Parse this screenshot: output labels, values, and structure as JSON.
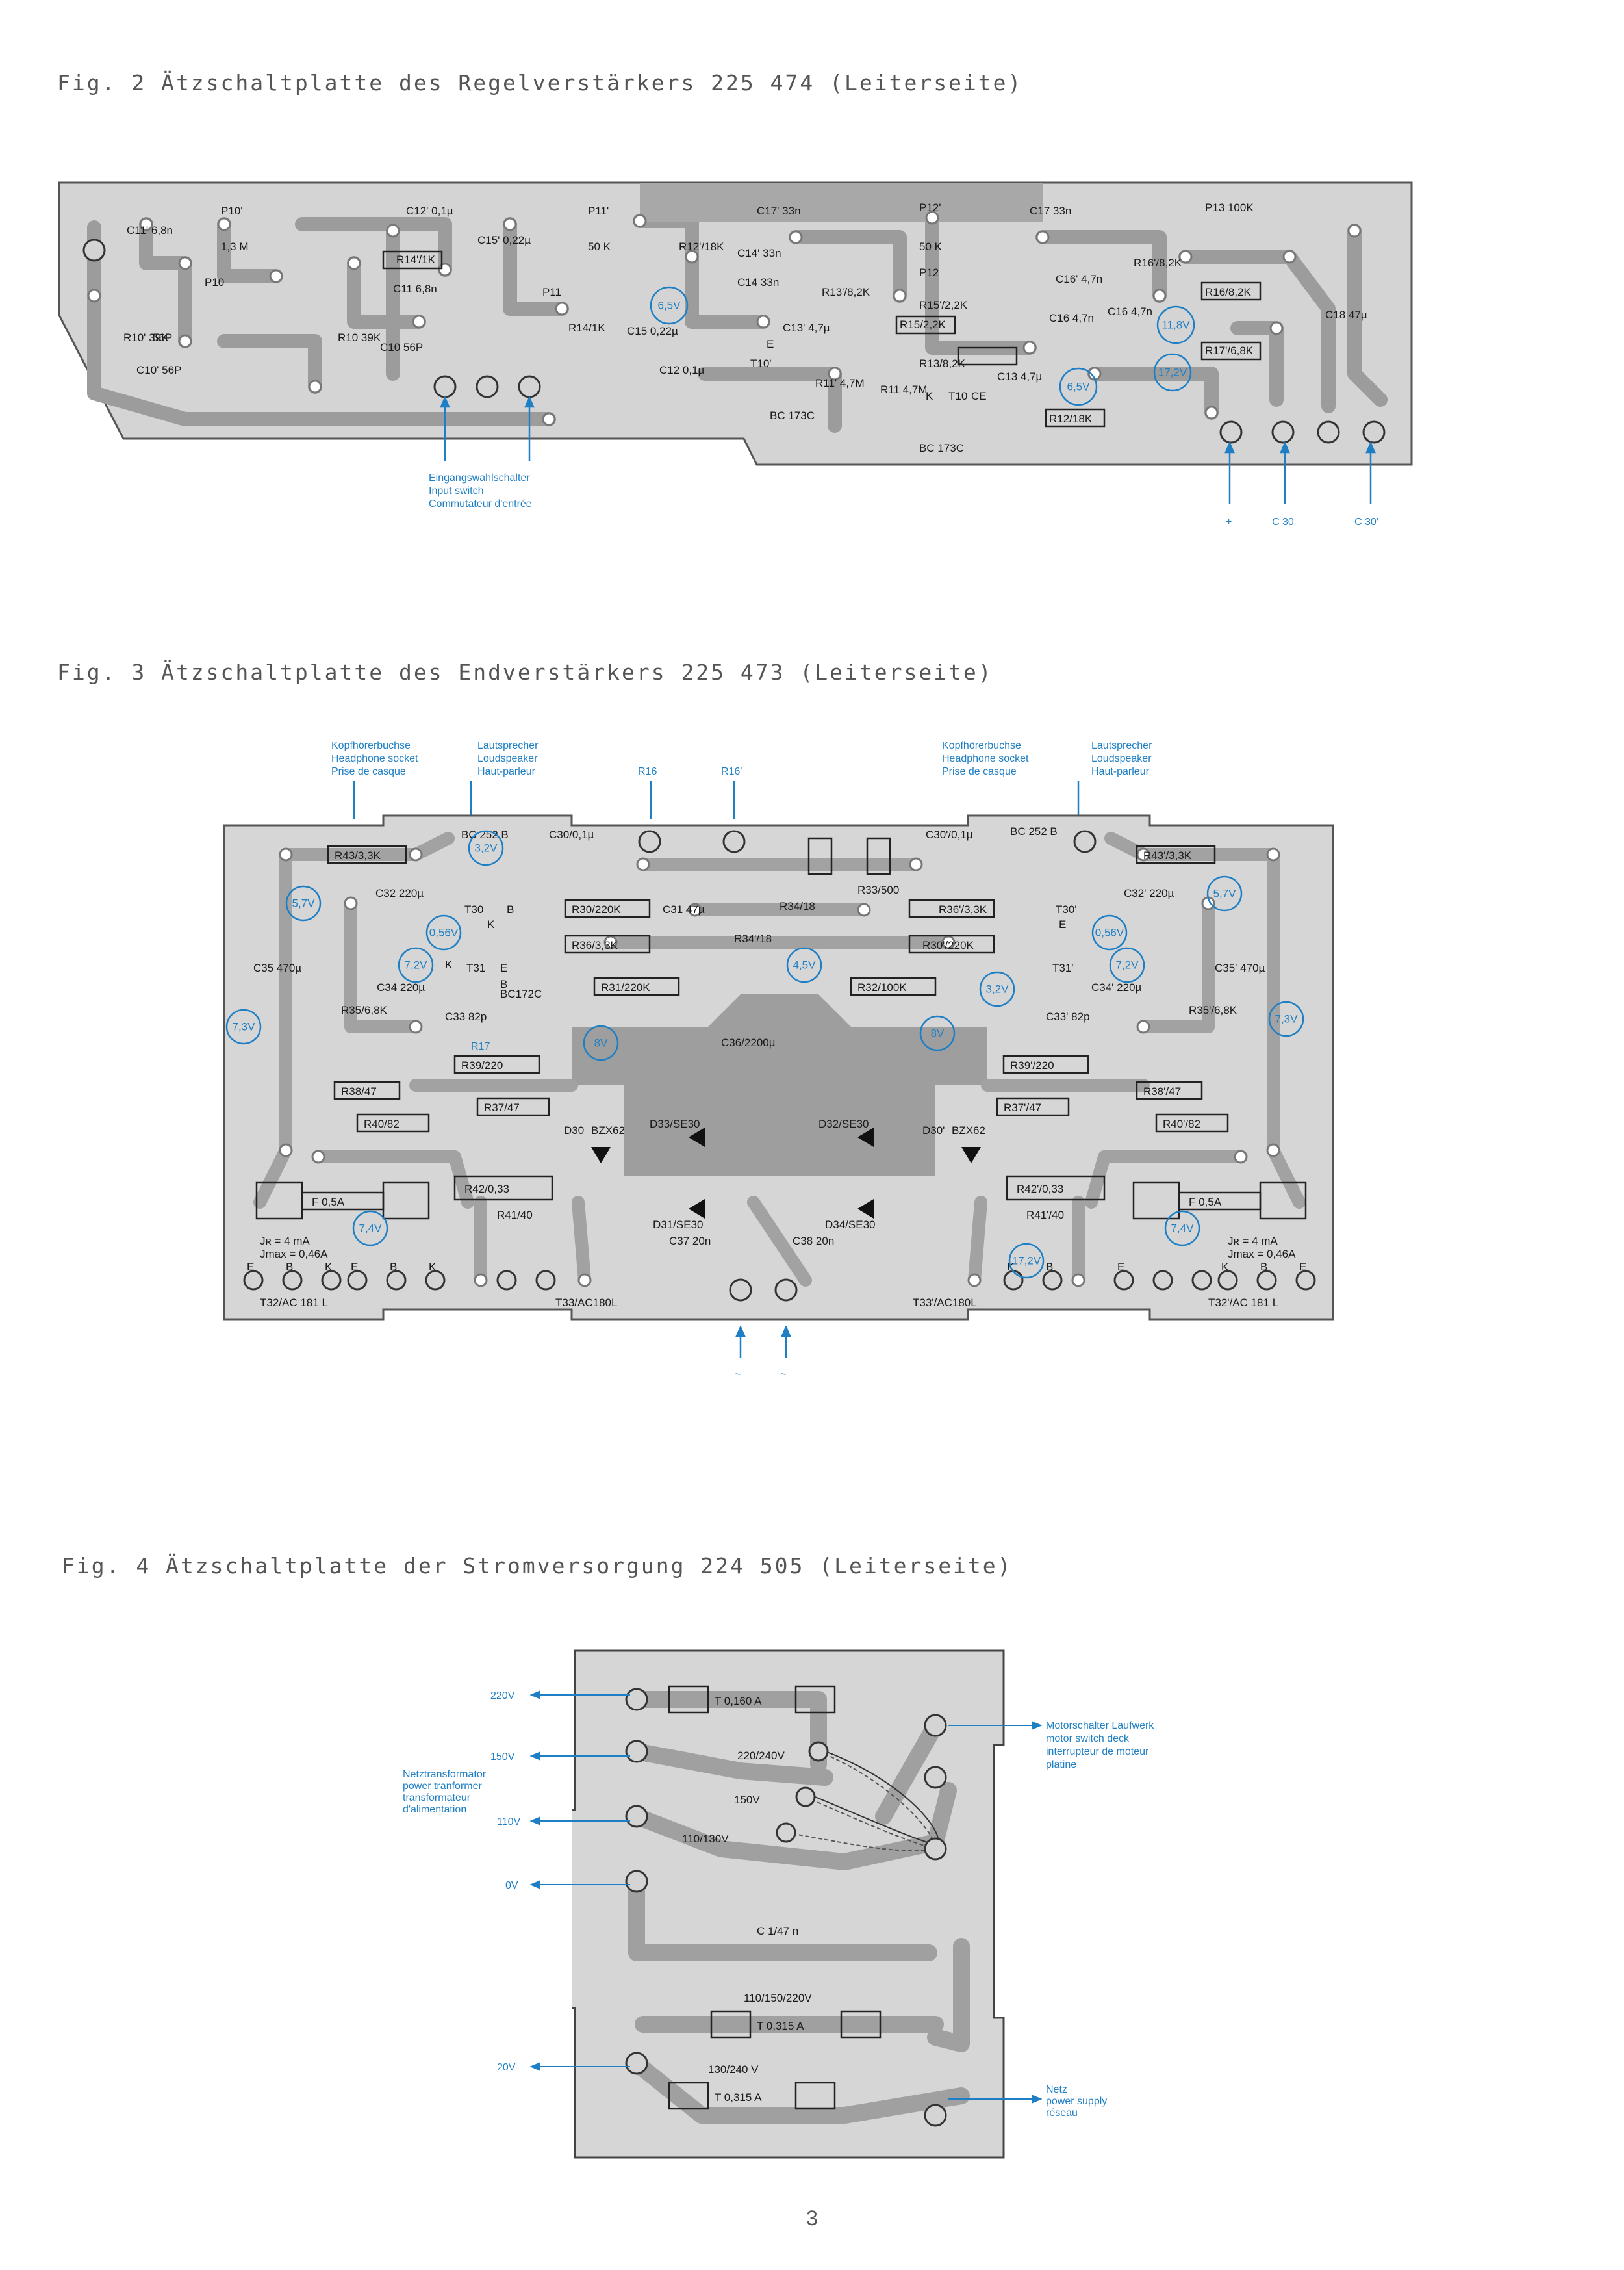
{
  "colors": {
    "board": "#cfcfcf",
    "trace": "#a0a0a0",
    "ink": "#1a1a1a",
    "accent": "#1f7fc4"
  },
  "fig2": {
    "caption": "Fig. 2 Ätzschaltplatte des Regelverstärkers 225 474 (Leiterseite)",
    "components": [
      "C11' 6,8n",
      "P10'",
      "C12' 0,1µ",
      "C15' 0,22µ",
      "P11'",
      "R12'/18K",
      "C17' 33n",
      "P12'",
      "C17 33n",
      "P13 100K",
      "1,3 M",
      "R14'/1K",
      "50 K",
      "C14' 33n",
      "R13'/8,2K",
      "50 K",
      "R16'/8,2K",
      "P10",
      "C11 6,8n",
      "P11",
      "6,5V",
      "C14 33n",
      "P12",
      "C16' 4,7n",
      "R15'/2,2K",
      "R16/8,2K",
      "C18 47µ",
      "R10' 39K",
      "56P",
      "R10 39K",
      "C10 56P",
      "R14/1K",
      "C15 0,22µ",
      "C13' 4,7µ",
      "R15/2,2K",
      "C16 4,7n",
      "C16 4,7n",
      "11,8V",
      "R17'/6,8K",
      "C12 0,1µ",
      "E",
      "T10'",
      "R13/8,2K",
      "17,2V",
      "C10' 56P",
      "R11' 4,7M",
      "R11 4,7M",
      "K",
      "T10",
      "CE",
      "C13 4,7µ",
      "6,5V",
      "R12/18K",
      "BC 173C",
      "BC 173C"
    ],
    "input_label": [
      "Eingangswahlschalter",
      "Input switch",
      "Commutateur d'entrée"
    ],
    "terminals": [
      "+",
      "C 30",
      "C 30'"
    ]
  },
  "fig3": {
    "caption": "Fig. 3 Ätzschaltplatte des Endverstärkers 225 473 (Leiterseite)",
    "headphone_label": [
      "Kopfhörerbuchse",
      "Headphone socket",
      "Prise de casque"
    ],
    "speaker_label": [
      "Lautsprecher",
      "Loudspeaker",
      "Haut-parleur"
    ],
    "r16": "R16",
    "r16p": "R16'",
    "components": [
      "BC 252 B",
      "R43/3,3K",
      "3,2V",
      "C30/0,1µ",
      "R33/500",
      "C30'/0,1µ",
      "BC 252 B",
      "R43'/3,3K",
      "5,7V",
      "C32 220µ",
      "T30",
      "B",
      "R30/220K",
      "C31 47µ",
      "R34'/18",
      "R34/18",
      "R36'/3,3K",
      "T30'",
      "C32' 220µ",
      "5,7V",
      "0,56V",
      "K",
      "R36/3,3K",
      "R30'/220K",
      "E",
      "0,56V",
      "C35 470µ",
      "K",
      "T31",
      "E",
      "7,2V",
      "4,5V",
      "B",
      "7,2V",
      "C35' 470µ",
      "R35/6,8K",
      "C34 220µ",
      "BC172C",
      "R31/220K",
      "R32/100K",
      "3,2V",
      "T31'",
      "C34' 220µ",
      "R35'/6,8K",
      "7,3V",
      "C33 82p",
      "C33' 82p",
      "7,3V",
      "R17",
      "8V",
      "C36/2200µ",
      "8V",
      "R39/220",
      "R39'/220",
      "R38/47",
      "R37/47",
      "R37'/47",
      "R38'/47",
      "R40/82",
      "D30",
      "BZX62",
      "D33/SE30",
      "D32/SE30",
      "D30'",
      "BZX62",
      "R40'/82",
      "F 0,5A",
      "R42/0,33",
      "R42'/0,33",
      "F 0,5A",
      "R41/40",
      "R41'/40",
      "Jʀ = 4 mA",
      "Jmax = 0,46A",
      "7,4V",
      "D31/SE30",
      "D34/SE30",
      "7,4V",
      "Jʀ = 4 mA",
      "Jmax = 0,46A",
      "C37 20n",
      "C38 20n",
      "17,2V",
      "E",
      "B",
      "K",
      "E",
      "B",
      "K",
      "K",
      "B",
      "E",
      "K",
      "B",
      "E",
      "T32/AC 181 L",
      "T33/AC180L",
      "T33'/AC180L",
      "T32'/AC 181 L"
    ],
    "mains": [
      "~",
      "~"
    ]
  },
  "fig4": {
    "caption": "Fig. 4 Ätzschaltplatte der Stromversorgung 224 505 (Leiterseite)",
    "fuse1": "T 0,160 A",
    "v220_240": "220/240V",
    "v150": "150V",
    "v110_130": "110/130V",
    "cap": "C 1/47 n",
    "v110_150_220": "110/150/220V",
    "fuse2": "T 0,315 A",
    "v130_240": "130/240 V",
    "fuse3": "T 0,315 A",
    "left_labels": [
      "220V",
      "150V",
      "110V",
      "0V",
      "20V"
    ],
    "transformer_label": [
      "Netztransformator",
      "power tranformer",
      "transformateur",
      "d'alimentation"
    ],
    "motor_label": [
      "Motorschalter Laufwerk",
      "motor switch deck",
      "interrupteur de moteur",
      "platine"
    ],
    "mains_label": [
      "Netz",
      "power supply",
      "réseau"
    ]
  },
  "page_number": "3"
}
